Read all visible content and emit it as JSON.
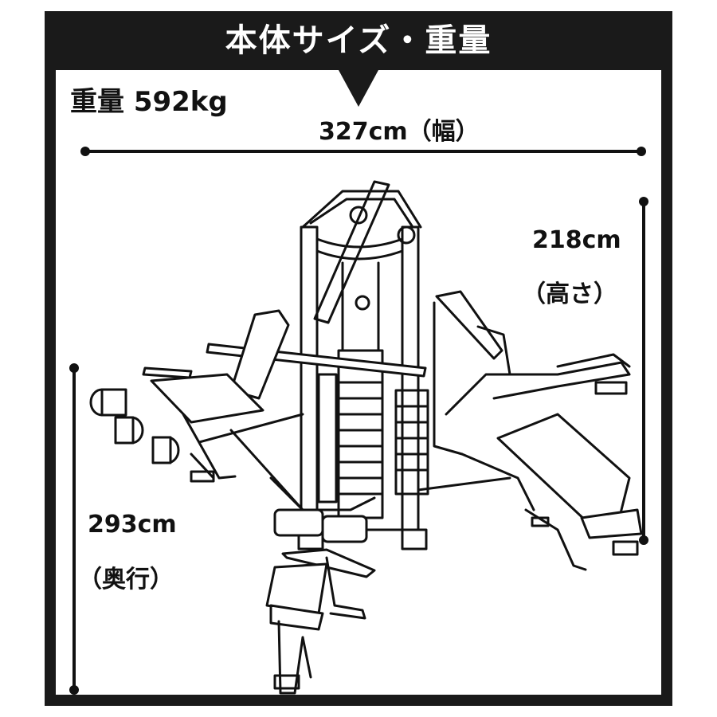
{
  "title": "本体サイズ・重量",
  "weight_label": "重量 592kg",
  "width": {
    "value": "327cm",
    "caption": "（幅）"
  },
  "height": {
    "value": "218cm",
    "caption": "（高さ）"
  },
  "depth": {
    "value": "293cm",
    "caption": "（奥行）"
  },
  "colors": {
    "frame": "#1a1a1a",
    "line": "#111111",
    "background": "#ffffff"
  }
}
